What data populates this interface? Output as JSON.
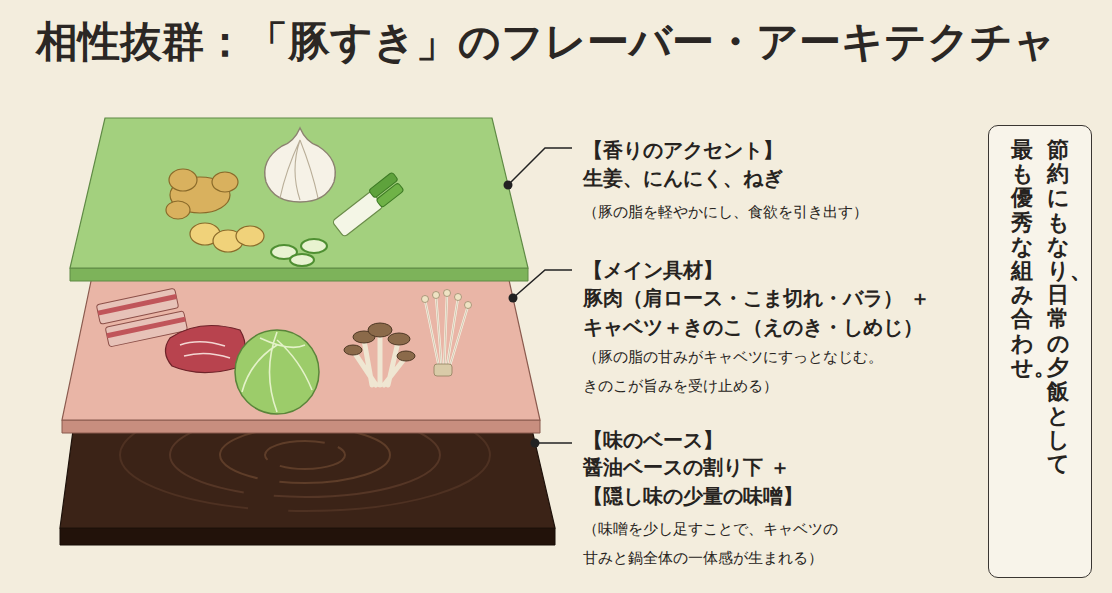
{
  "diagram": {
    "title": "相性抜群：「豚すき」のフレーバー・アーキテクチャ",
    "nodes": [
      {
        "text": [
          "節約にもなり、日常の夕飯として",
          "最も優秀な組み合わせ。"
        ]
      }
    ],
    "labels": [
      "【香りのアクセント】",
      "生姜、にんにく、ねぎ",
      "（豚の脂を軽やかにし、食欲を引き出す）",
      "【メイン具材】",
      "豚肉（肩ロース・こま切れ・バラ） ＋キャベツ＋きのこ（えのき・しめじ）",
      "（豚の脂の甘みがキャベツにすっとなじむ。 きのこが旨みを受け止める）",
      "【味のベース】",
      "醤油ベースの割り下 ＋【隠し味の少量の味噌】",
      "（味噌を少し足すことで、キャベツの 甘みと鍋全体の一体感が生まれる）"
    ]
  }
}
